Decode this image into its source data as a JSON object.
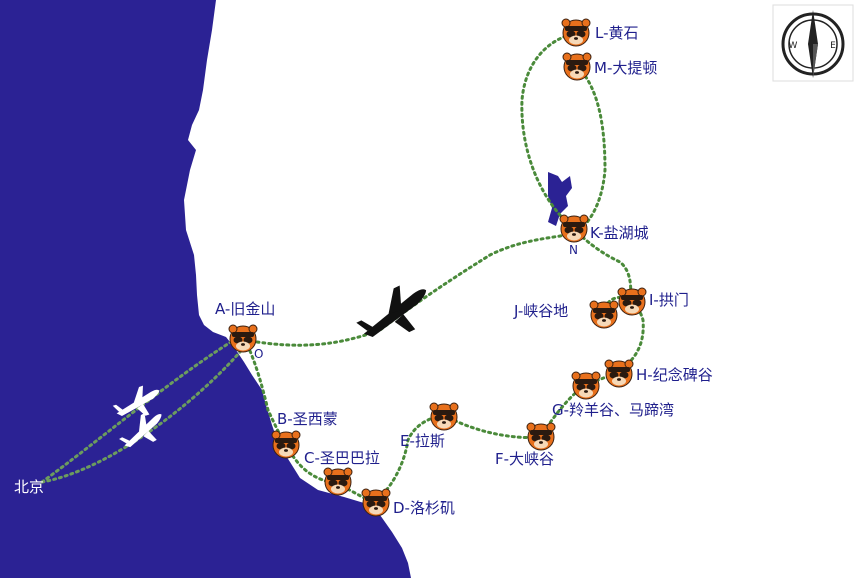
{
  "colors": {
    "ocean": "#2b2294",
    "land": "#ffffff",
    "route": "#4a8a3a",
    "label": "#1f1f8c",
    "bear_face": "#e8701c",
    "bear_dark": "#2a1a10"
  },
  "icons": {
    "compass": "compass-icon",
    "plane": "airplane-icon",
    "stop": "bear-face-icon"
  },
  "compass": {
    "west": "W",
    "east": "E"
  },
  "stops": [
    {
      "id": "A",
      "label": "A-旧金山"
    },
    {
      "id": "B",
      "label": "B-圣西蒙"
    },
    {
      "id": "C",
      "label": "C-圣巴巴拉"
    },
    {
      "id": "D",
      "label": "D-洛杉矶"
    },
    {
      "id": "E",
      "label": "E-拉斯"
    },
    {
      "id": "F",
      "label": "F-大峡谷"
    },
    {
      "id": "G",
      "label": "G-羚羊谷、马蹄湾"
    },
    {
      "id": "H",
      "label": "H-纪念碑谷"
    },
    {
      "id": "I",
      "label": "I-拱门"
    },
    {
      "id": "J",
      "label": "J-峡谷地"
    },
    {
      "id": "K",
      "label": "K-盐湖城"
    },
    {
      "id": "L",
      "label": "L-黄石"
    },
    {
      "id": "M",
      "label": "M-大提顿"
    }
  ],
  "markers": {
    "o": "O",
    "n": "N"
  },
  "origin": "北京"
}
